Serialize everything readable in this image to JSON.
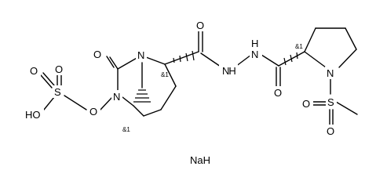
{
  "molecule": {
    "atom_labels": {
      "ring_n1": "N",
      "ring_n2": "N",
      "carbonyl_o1": "O",
      "n_oxy": "O",
      "sulfate_s": "S",
      "sulfate_o1": "O",
      "sulfate_o2": "O",
      "sulfate_oh": "HO",
      "amide_o": "O",
      "hydrazide_nh1": "NH",
      "hydrazide_nh2": "H",
      "hydrazide_nh2_n": "N",
      "pro_carbonyl_o": "O",
      "pro_n": "N",
      "sulfonyl_s": "S",
      "sulfonyl_o1": "O",
      "sulfonyl_o2": "O"
    },
    "stereo_labels": {
      "stereo_1": "&1",
      "stereo_2": "&1",
      "stereo_3": "&1"
    },
    "counterion": "NaH"
  }
}
